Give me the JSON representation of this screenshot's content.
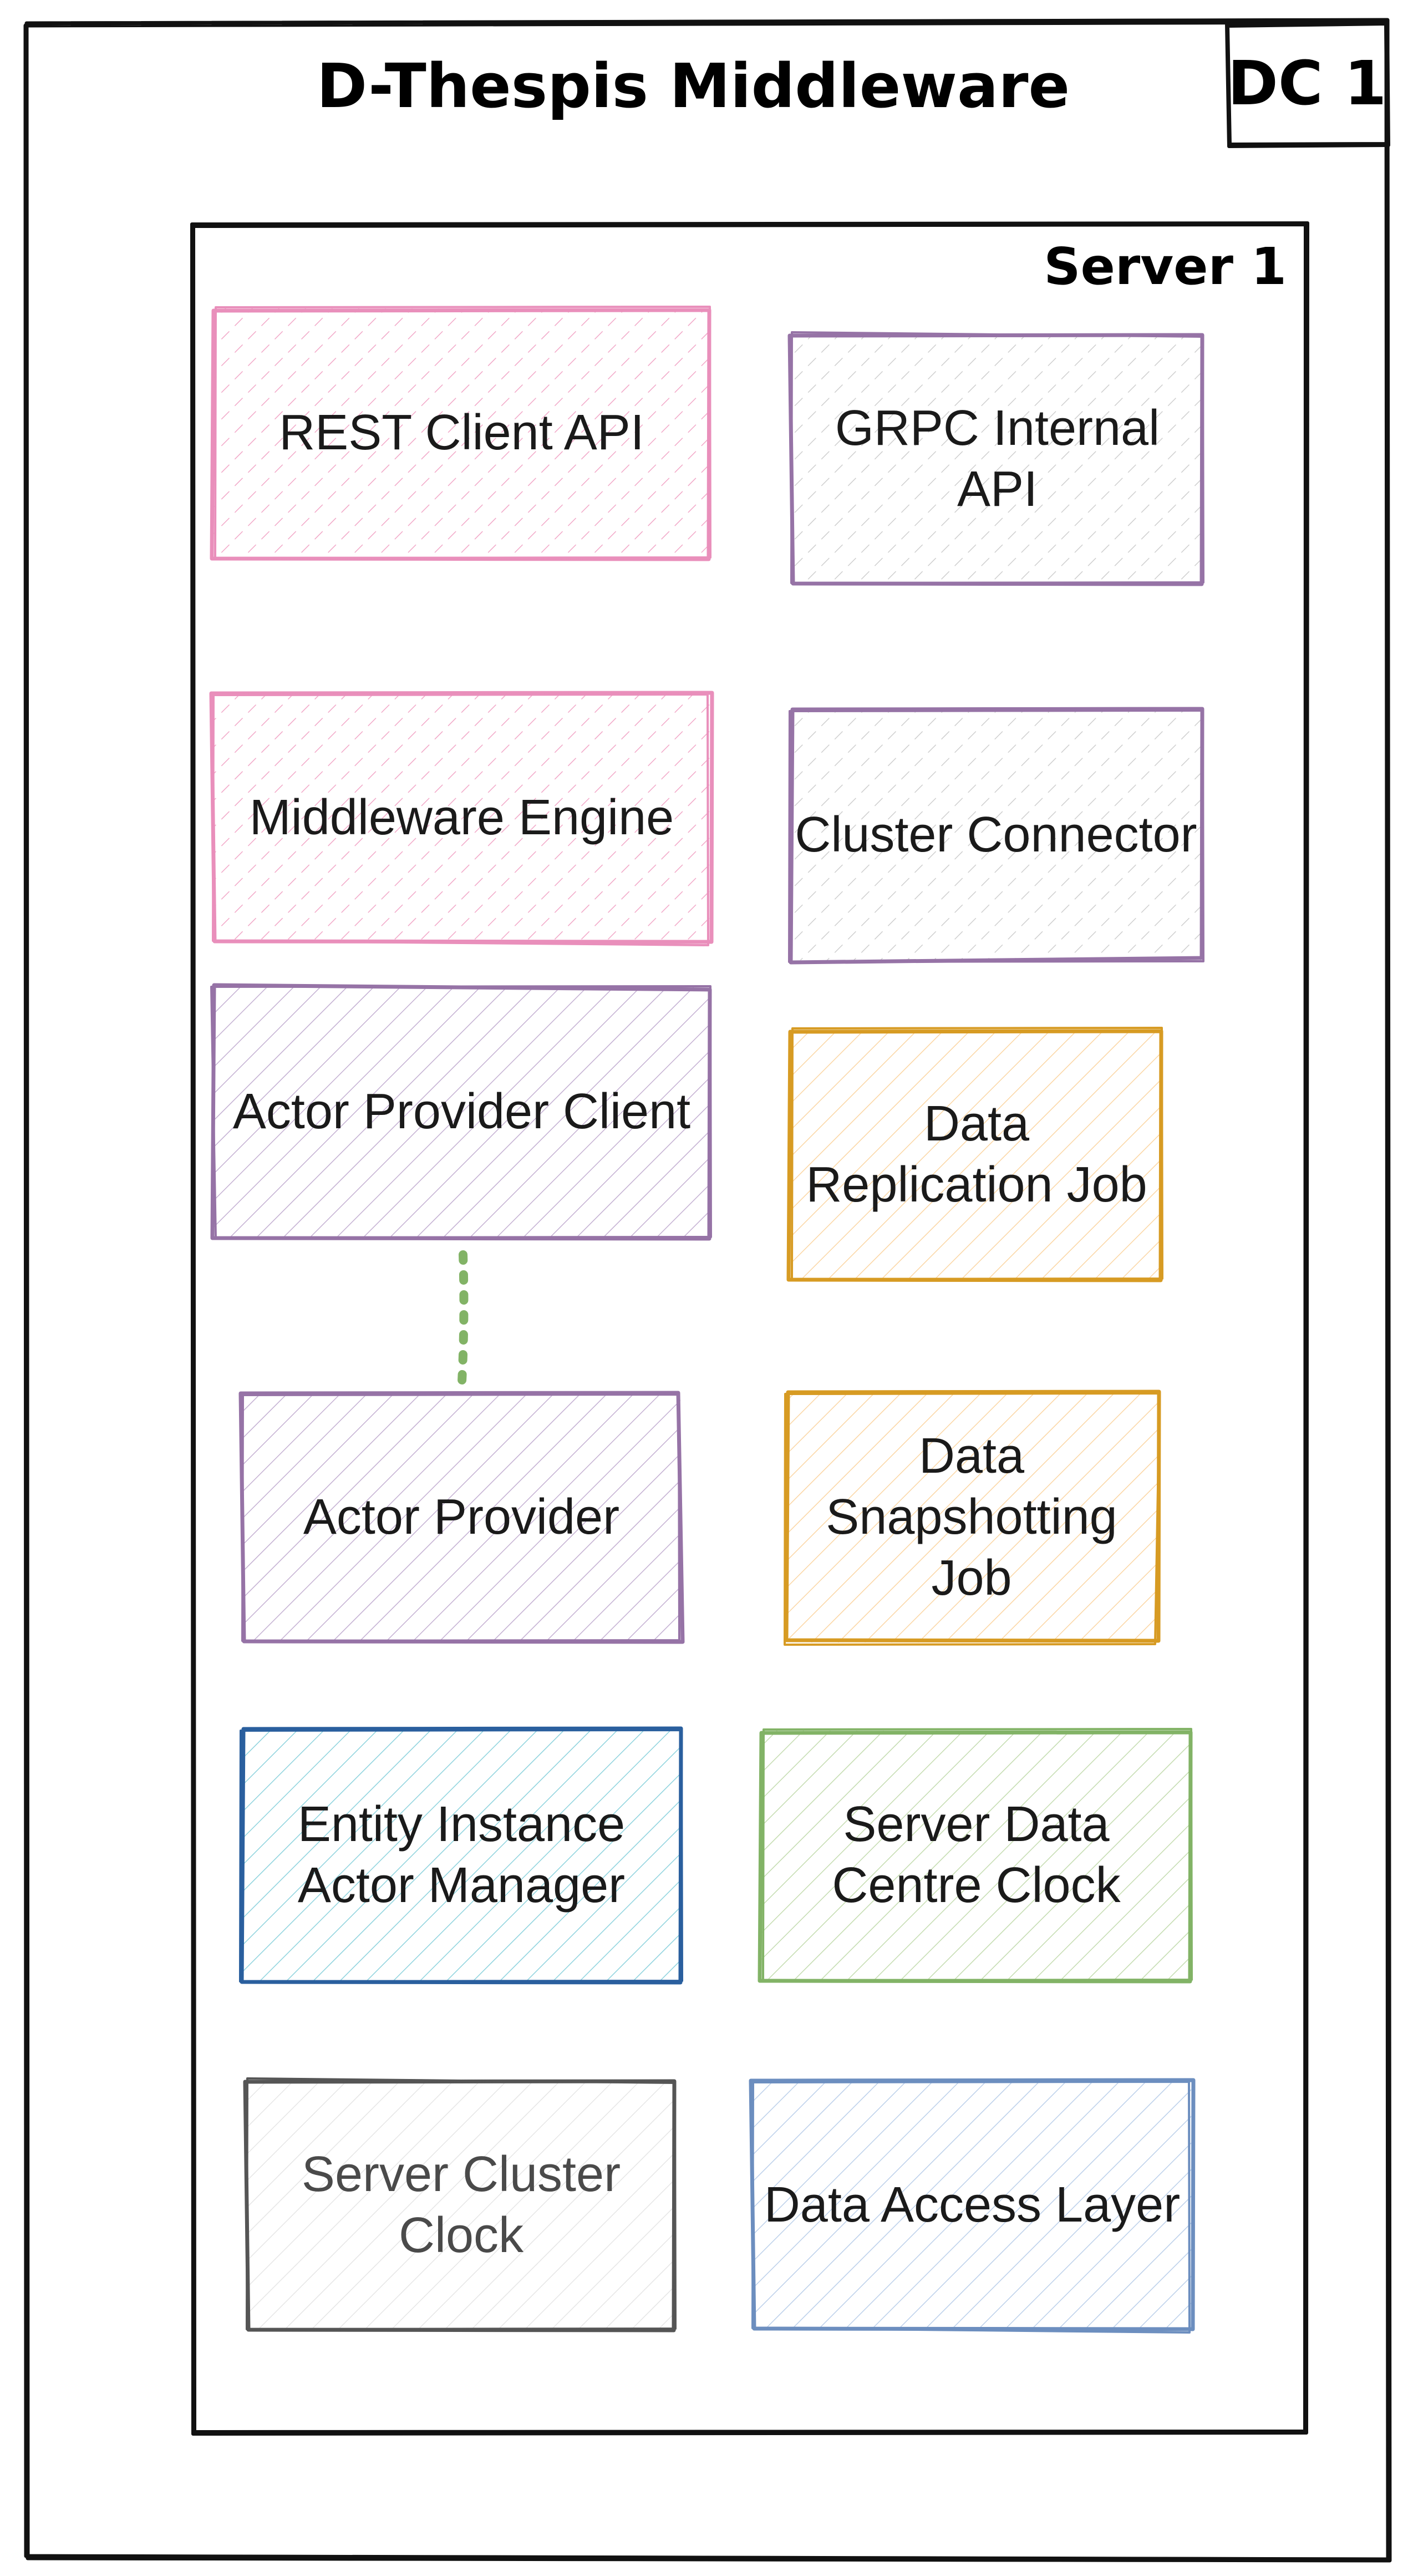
{
  "datacentre": {
    "title": "D-Thespis Middleware",
    "badge": "DC 1"
  },
  "server": {
    "title": "Server 1"
  },
  "colors": {
    "pink_stroke": "#e98fbb",
    "pink_hatch": "#f2a8c8",
    "purple_stroke": "#9673a6",
    "purple_hatch": "#c4b0d2",
    "purple_light_hatch": "#cfcfcf",
    "orange_stroke": "#d79b23",
    "orange_hatch": "#fbd6a4",
    "blue_dark_stroke": "#2a5f9e",
    "cyan_hatch": "#8ed3dd",
    "green_stroke": "#82b366",
    "green_hatch": "#c4dcb0",
    "gray_stroke": "#555555",
    "gray_hatch": "#e6e6e6",
    "blue_stroke": "#6c8ebf",
    "blue_hatch": "#bcd0ea",
    "connector": "#82b366"
  },
  "components": [
    {
      "id": "rest-client-api",
      "label": "REST Client API",
      "stroke": "pink_stroke",
      "hatch": "pink_hatch",
      "pattern": "dashed"
    },
    {
      "id": "grpc-internal-api",
      "label": "GRPC Internal\nAPI",
      "stroke": "purple_stroke",
      "hatch": "purple_light_hatch",
      "pattern": "dashed"
    },
    {
      "id": "middleware-engine",
      "label": "Middleware Engine",
      "stroke": "pink_stroke",
      "hatch": "pink_hatch",
      "pattern": "dashed"
    },
    {
      "id": "cluster-connector",
      "label": "Cluster Connector",
      "stroke": "purple_stroke",
      "hatch": "purple_light_hatch",
      "pattern": "dashed"
    },
    {
      "id": "actor-provider-client",
      "label": "Actor Provider Client",
      "stroke": "purple_stroke",
      "hatch": "purple_hatch",
      "pattern": "solid"
    },
    {
      "id": "data-replication-job",
      "label": "Data\nReplication Job",
      "stroke": "orange_stroke",
      "hatch": "orange_hatch",
      "pattern": "solid"
    },
    {
      "id": "actor-provider",
      "label": "Actor Provider",
      "stroke": "purple_stroke",
      "hatch": "purple_hatch",
      "pattern": "solid"
    },
    {
      "id": "data-snapshotting-job",
      "label": "Data\nSnapshotting\nJob",
      "stroke": "orange_stroke",
      "hatch": "orange_hatch",
      "pattern": "solid"
    },
    {
      "id": "entity-instance-actor-manager",
      "label": "Entity Instance\nActor Manager",
      "stroke": "blue_dark_stroke",
      "hatch": "cyan_hatch",
      "pattern": "solid"
    },
    {
      "id": "server-data-centre-clock",
      "label": "Server Data\nCentre Clock",
      "stroke": "green_stroke",
      "hatch": "green_hatch",
      "pattern": "solid"
    },
    {
      "id": "server-cluster-clock",
      "label": "Server Cluster\nClock",
      "stroke": "gray_stroke",
      "hatch": "gray_hatch",
      "pattern": "solid"
    },
    {
      "id": "data-access-layer",
      "label": "Data Access Layer",
      "stroke": "blue_stroke",
      "hatch": "blue_hatch",
      "pattern": "solid"
    }
  ],
  "connections": [
    {
      "from": "actor-provider-client",
      "to": "actor-provider",
      "style": "dotted",
      "color": "connector"
    }
  ]
}
